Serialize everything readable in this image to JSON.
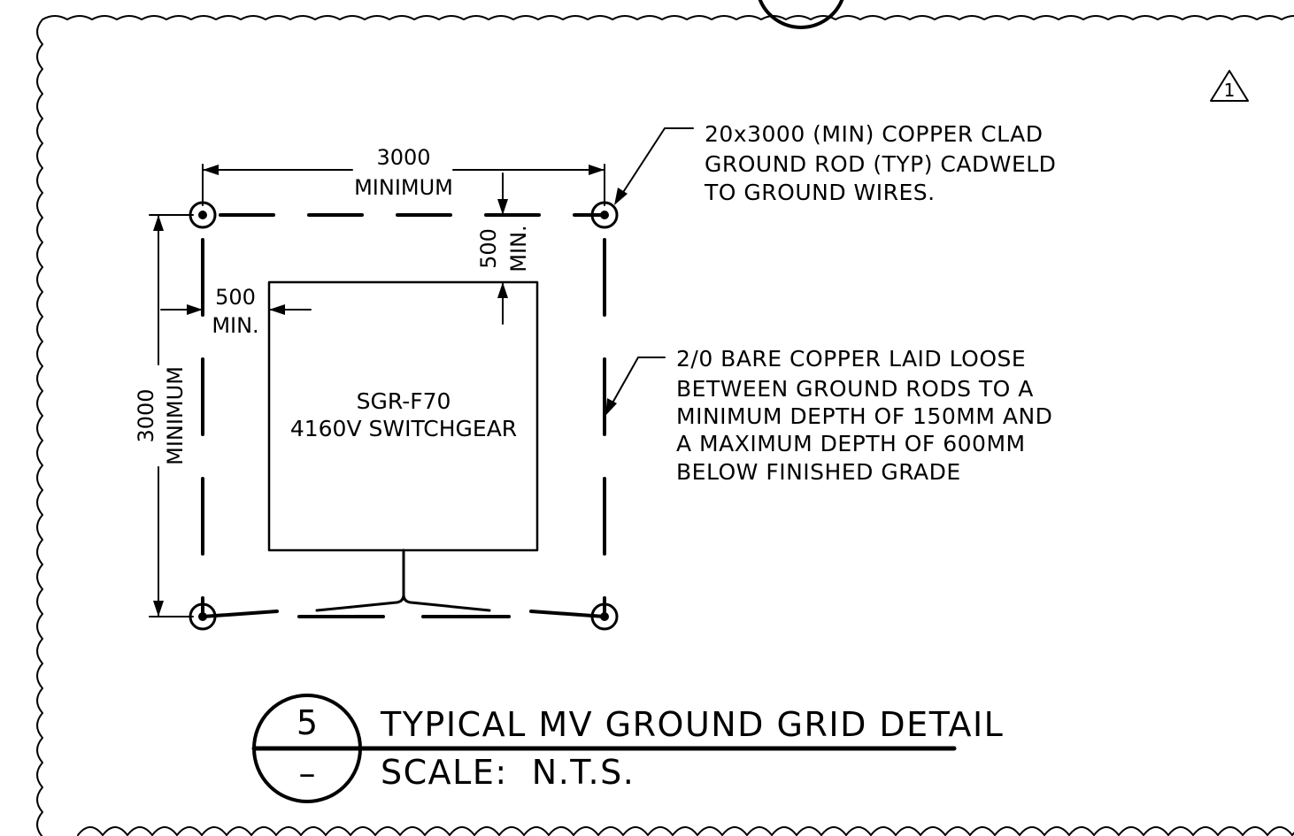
{
  "colors": {
    "ink": "#000000",
    "paper": "#ffffff"
  },
  "revision_marker": {
    "number": "1",
    "icon": "revision-triangle-icon"
  },
  "dimensions": {
    "top_width_value": "3000",
    "top_width_label": "MINIMUM",
    "left_height_value": "3000",
    "left_height_label": "MINIMUM",
    "top_clearance_value": "500",
    "top_clearance_label": "MIN.",
    "side_clearance_value": "500",
    "side_clearance_label": "MIN."
  },
  "equipment": {
    "tag": "SGR-F70",
    "description": "4160V SWITCHGEAR"
  },
  "notes": {
    "ground_rod": [
      "20x3000 (MIN) COPPER CLAD",
      "GROUND ROD (TYP) CADWELD",
      "TO GROUND WIRES."
    ],
    "conductor": [
      "2/0 BARE COPPER LAID LOOSE",
      "BETWEEN GROUND RODS TO A",
      "MINIMUM DEPTH OF 150MM AND",
      "A MAXIMUM DEPTH OF 600MM",
      "BELOW FINISHED GRADE"
    ]
  },
  "title_block": {
    "detail_number": "5",
    "sheet_ref": "–",
    "title": "TYPICAL MV GROUND GRID DETAIL",
    "scale": "SCALE:  N.T.S."
  }
}
